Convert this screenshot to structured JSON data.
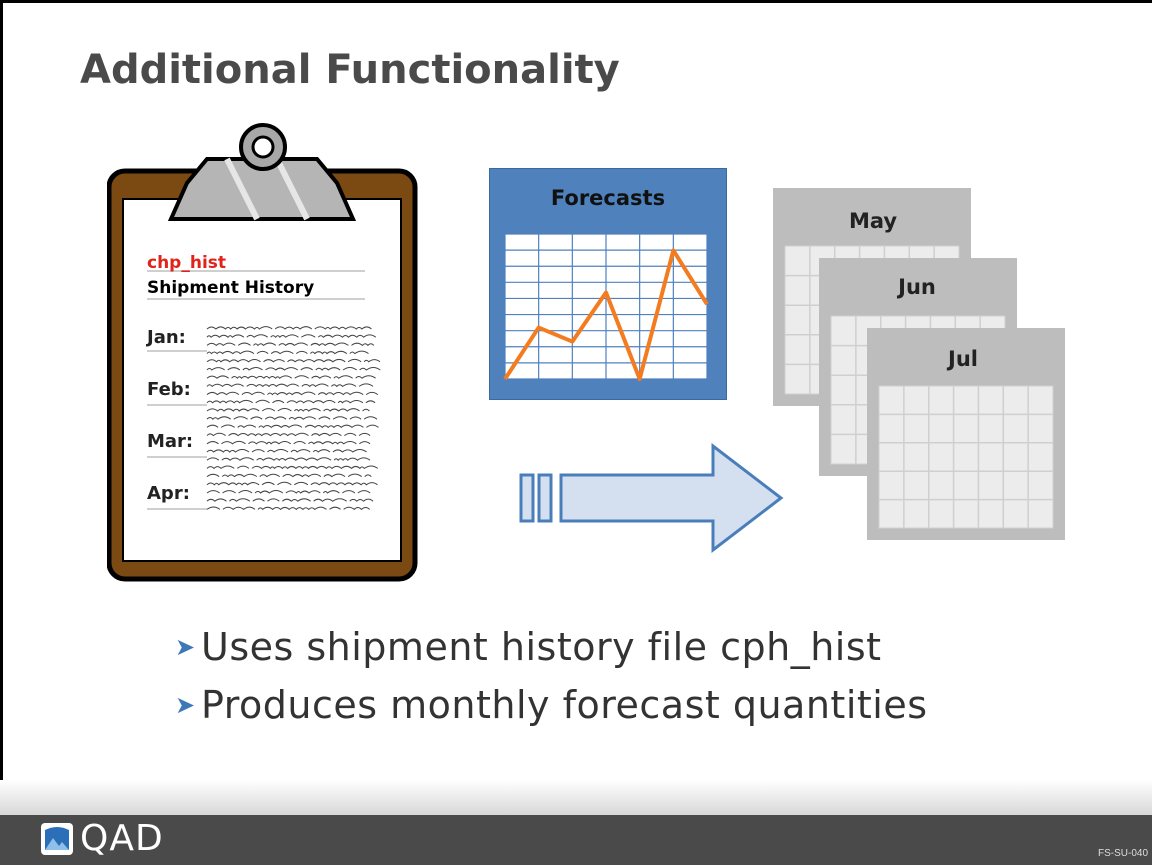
{
  "slide": {
    "title": "Additional Functionality",
    "clipboard": {
      "table_name": "chp_hist",
      "heading": "Shipment History",
      "months": [
        "Jan:",
        "Feb:",
        "Mar:",
        "Apr:"
      ]
    },
    "forecast_box": {
      "label": "Forecasts"
    },
    "calendars": [
      "May",
      "Jun",
      "Jul"
    ],
    "bullets": [
      "Uses shipment history file cph_hist",
      "Produces monthly forecast quantities"
    ]
  },
  "footer": {
    "brand": "QAD",
    "code": "FS-SU-040"
  },
  "colors": {
    "title": "#4a4a4a",
    "accent_red": "#e0231b",
    "forecast_blue": "#4f81bd",
    "line_orange": "#f47c20",
    "arrow_fill": "#d4e0f0",
    "arrow_stroke": "#4a7ebb"
  },
  "chart_data": {
    "type": "line",
    "title": "Forecasts",
    "values": [
      0,
      2.2,
      1.6,
      3.7,
      0,
      5.5,
      3.2
    ]
  }
}
